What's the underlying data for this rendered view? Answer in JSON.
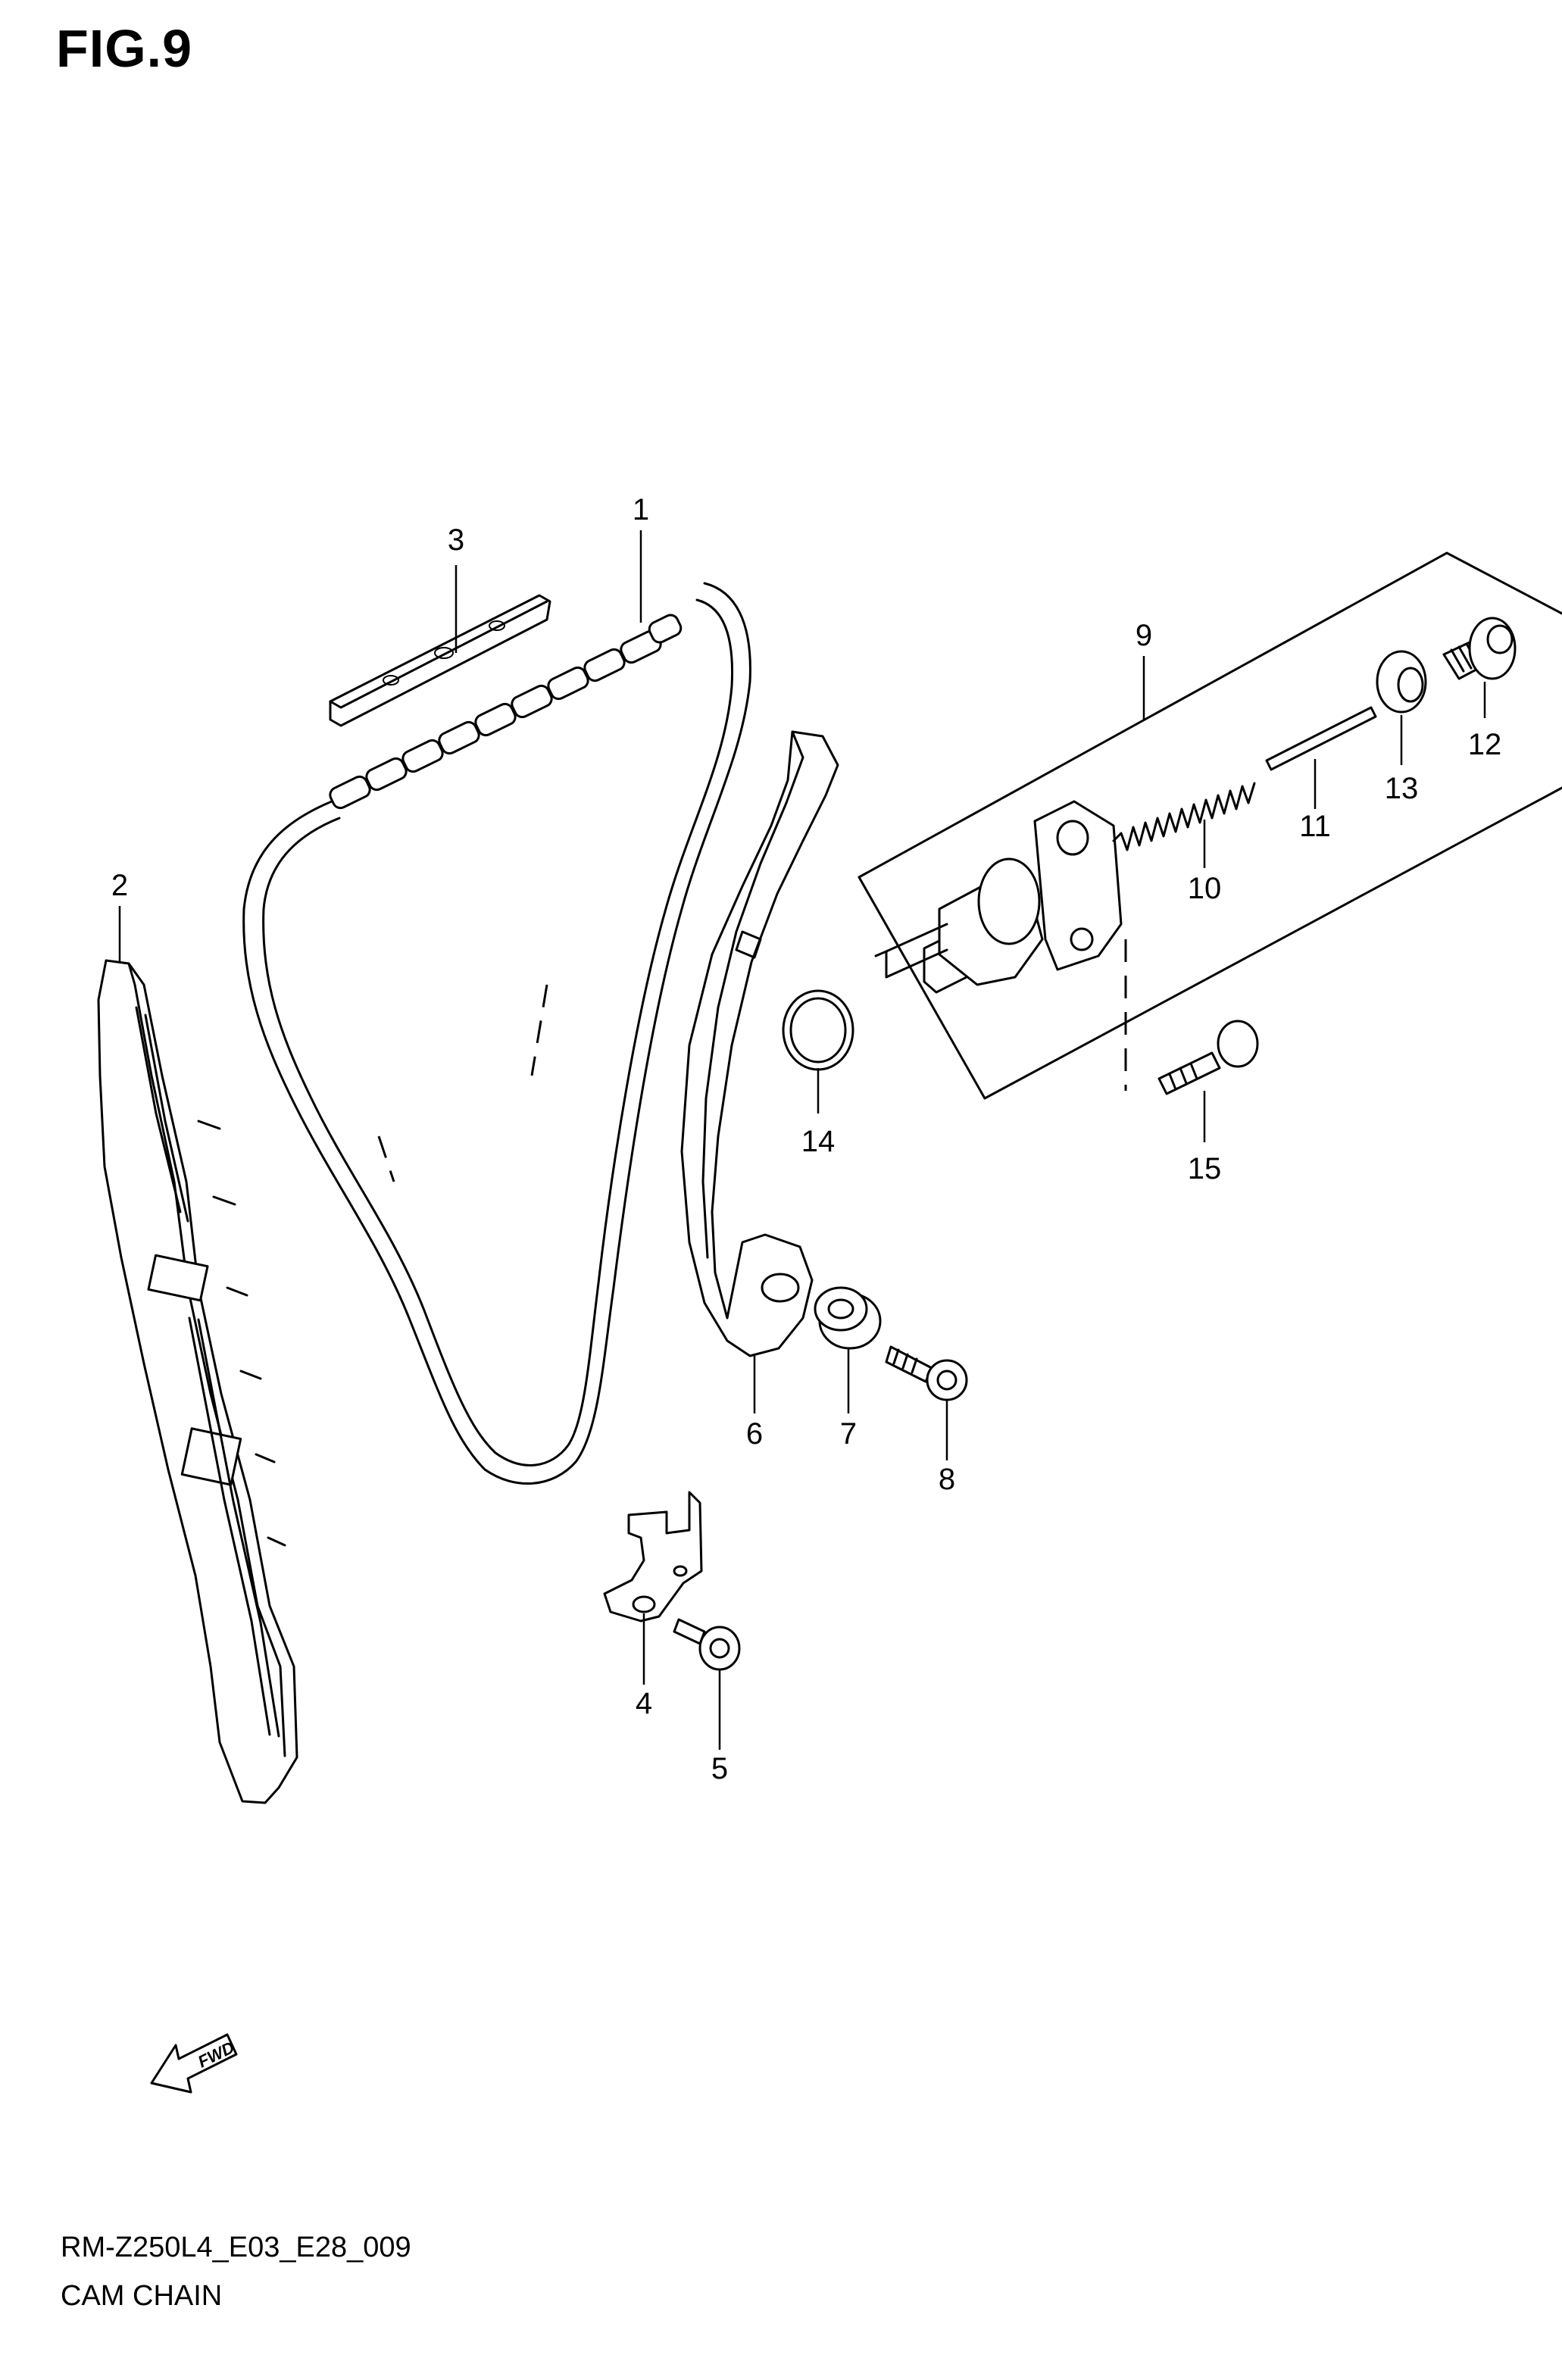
{
  "figure_title": "FIG.9",
  "diagram_code": "RM-Z250L4_E03_E28_009",
  "diagram_name": "CAM CHAIN",
  "fwd_label": "FWD",
  "callouts": [
    {
      "id": "c1",
      "label": "1"
    },
    {
      "id": "c2",
      "label": "2"
    },
    {
      "id": "c3",
      "label": "3"
    },
    {
      "id": "c4",
      "label": "4"
    },
    {
      "id": "c5",
      "label": "5"
    },
    {
      "id": "c6",
      "label": "6"
    },
    {
      "id": "c7",
      "label": "7"
    },
    {
      "id": "c8",
      "label": "8"
    },
    {
      "id": "c9",
      "label": "9"
    },
    {
      "id": "c10",
      "label": "10"
    },
    {
      "id": "c11",
      "label": "11"
    },
    {
      "id": "c12",
      "label": "12"
    },
    {
      "id": "c13",
      "label": "13"
    },
    {
      "id": "c14",
      "label": "14"
    },
    {
      "id": "c15",
      "label": "15"
    }
  ]
}
